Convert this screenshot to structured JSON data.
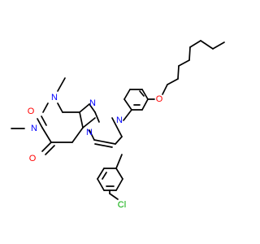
{
  "molecule": {
    "atom_labels": {
      "o_top": "O",
      "o_bottom": "O",
      "n1": "N",
      "n3": "N",
      "n7": "N",
      "n9": "N",
      "n10": "N",
      "o_ether": "O",
      "cl": "Cl"
    },
    "colors": {
      "bond": "#000000",
      "oxygen": "#ff0000",
      "nitrogen": "#0000ff",
      "chlorine": "#00aa00"
    }
  }
}
